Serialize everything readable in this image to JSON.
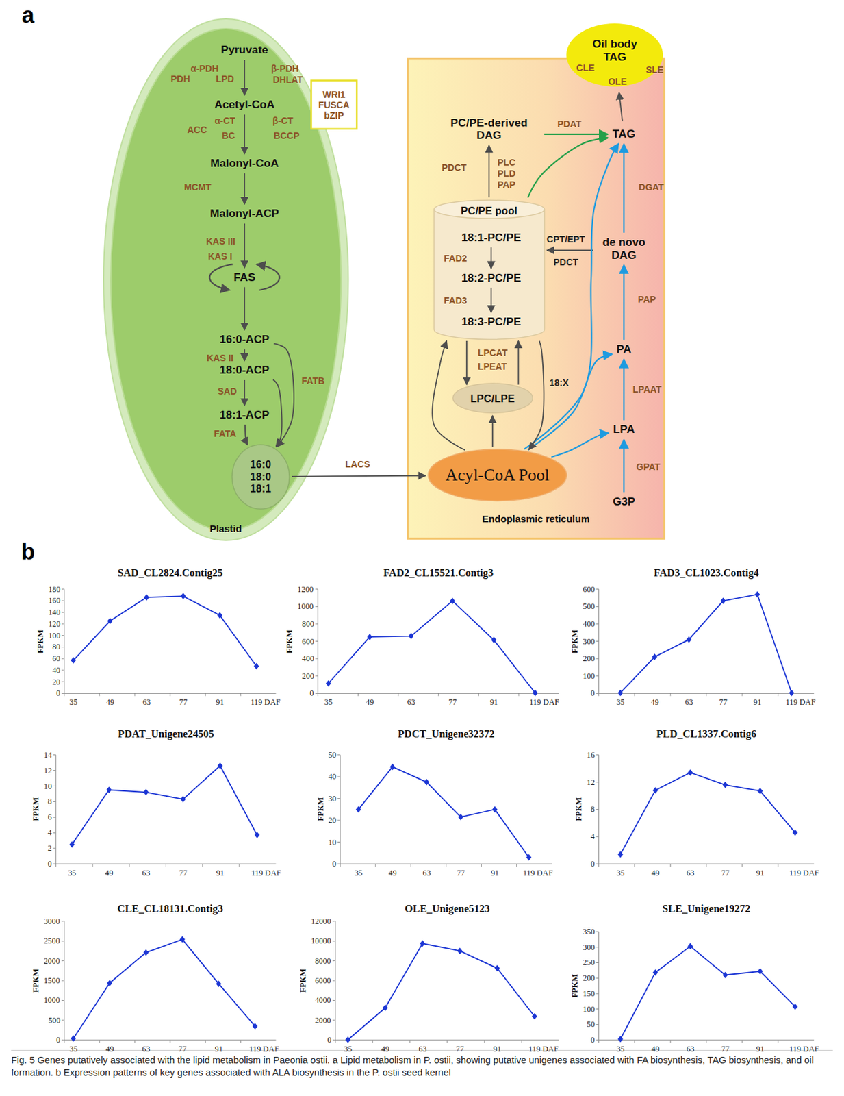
{
  "diagram": {
    "caption": "Fig. 5 Genes putatively associated with the lipid metabolism in Paeonia ostii. a Lipid metabolism in P. ostii, showing putative unigenes associated with FA biosynthesis, TAG biosynthesis, and oil formation. b Expression patterns of key genes associated with ALA biosynthesis in the P. ostii seed kernel",
    "nodes": [
      {
        "text": [
          "Plastid"
        ]
      },
      {
        "text": [
          "Pyruvate"
        ],
        "in": 0
      },
      {
        "text": [
          "Acetyl-CoA"
        ],
        "in": 0
      },
      {
        "text": [
          "Malonyl-CoA"
        ],
        "in": 0
      },
      {
        "text": [
          "Malonyl-ACP"
        ],
        "in": 0
      },
      {
        "text": [
          "FAS"
        ],
        "in": 0
      },
      {
        "text": [
          "16:0-ACP"
        ],
        "in": 0
      },
      {
        "text": [
          "18:0-ACP"
        ],
        "in": 0
      },
      {
        "text": [
          "18:1-ACP"
        ],
        "in": 0
      },
      {
        "text": [
          "16:0 18:0 18:1"
        ],
        "in": 0
      },
      {
        "text": [
          "WRI1",
          "FUSCA",
          "bZIP"
        ]
      },
      {
        "text": [
          "Endoplasmic reticulum"
        ]
      },
      {
        "text": [
          "Oil body TAG"
        ],
        "in": 11
      },
      {
        "text": [
          "PC/PE-derived DAG"
        ],
        "in": 11
      },
      {
        "text": [
          "TAG"
        ],
        "in": 11
      },
      {
        "text": [
          "PC/PE pool"
        ],
        "in": 11
      },
      {
        "text": [
          "18:1-PC/PE"
        ],
        "in": 15
      },
      {
        "text": [
          "18:2-PC/PE"
        ],
        "in": 15
      },
      {
        "text": [
          "18:3-PC/PE"
        ],
        "in": 15
      },
      {
        "text": [
          "de novo DAG"
        ],
        "in": 11
      },
      {
        "text": [
          "PA"
        ],
        "in": 11
      },
      {
        "text": [
          "LPC/LPE"
        ],
        "in": 11
      },
      {
        "text": [
          "LPA"
        ],
        "in": 11
      },
      {
        "text": [
          "Acyl-CoA Pool"
        ],
        "in": 11
      },
      {
        "text": [
          "G3P"
        ],
        "in": 11
      }
    ],
    "edges": [
      {
        "from": 1,
        "to": 2,
        "arrow": "to"
      },
      {
        "from": 2,
        "to": 3,
        "arrow": "to"
      },
      {
        "from": 3,
        "to": 4,
        "arrow": "to"
      },
      {
        "from": 4,
        "to": 5,
        "arrow": "to"
      },
      {
        "from": 5,
        "to": 6,
        "arrow": "to"
      },
      {
        "from": 6,
        "to": 7,
        "arrow": "to"
      },
      {
        "from": 7,
        "to": 8,
        "arrow": "to"
      },
      {
        "from": 8,
        "to": 9,
        "arrow": "to"
      },
      {
        "from": 6,
        "to": 9,
        "arrow": "to"
      },
      {
        "from": 7,
        "to": 9,
        "arrow": "to"
      },
      {
        "from": 9,
        "to": 23,
        "arrow": "to"
      },
      {
        "from": 15,
        "to": 13,
        "arrow": "to"
      },
      {
        "from": 15,
        "to": 14,
        "arrow": "to"
      },
      {
        "from": 13,
        "to": 14,
        "arrow": "to"
      },
      {
        "from": 14,
        "to": 12,
        "arrow": "to"
      },
      {
        "from": 19,
        "to": 15,
        "arrow": "to"
      },
      {
        "from": 19,
        "to": 14,
        "arrow": "to"
      },
      {
        "from": 20,
        "to": 19,
        "arrow": "to"
      },
      {
        "from": 22,
        "to": 20,
        "arrow": "to"
      },
      {
        "from": 24,
        "to": 22,
        "arrow": "to"
      },
      {
        "from": 23,
        "to": 22,
        "arrow": "to"
      },
      {
        "from": 23,
        "to": 20,
        "arrow": "to"
      },
      {
        "from": 23,
        "to": 14,
        "arrow": "to"
      },
      {
        "from": 16,
        "to": 17,
        "arrow": "to"
      },
      {
        "from": 17,
        "to": 18,
        "arrow": "to"
      },
      {
        "from": 23,
        "to": 15,
        "arrow": "to"
      },
      {
        "from": 23,
        "to": 21,
        "arrow": "to"
      },
      {
        "from": 15,
        "to": 21,
        "arrow": "to"
      },
      {
        "from": 21,
        "to": 15,
        "arrow": "to"
      },
      {
        "from": 15,
        "to": 23,
        "arrow": "to"
      }
    ],
    "labels": [
      "a",
      "α-PDH",
      "β-PDH",
      "PDH",
      "LPD",
      "DHLAT",
      "α-CT",
      "β-CT",
      "ACC",
      "BC",
      "BCCP",
      "MCMT",
      "KAS III",
      "KAS I",
      "KAS II",
      "SAD",
      "FATB",
      "FATA",
      "LACS",
      "CLE",
      "SLE",
      "OLE",
      "PDAT",
      "PDCT",
      "PLC",
      "PLD",
      "PAP",
      "DGAT",
      "FAD2",
      "FAD3",
      "CPT/EPT",
      "PDCT",
      "PAP",
      "LPAAT",
      "GPAT",
      "LPCAT",
      "LPEAT",
      "18:X",
      "b",
      "SAD_CL2824.Contig25",
      "FPKM",
      "0",
      "20",
      "40",
      "60",
      "80",
      "100",
      "120",
      "140",
      "160",
      "180",
      "35",
      "49",
      "63",
      "77",
      "91",
      "119 DAF",
      "FAD2_CL15521.Contig3",
      "FPKM",
      "0",
      "200",
      "400",
      "600",
      "800",
      "1000",
      "1200",
      "35",
      "49",
      "63",
      "77",
      "91",
      "119 DAF",
      "FAD3_CL1023.Contig4",
      "FPKM",
      "0",
      "100",
      "200",
      "300",
      "400",
      "500",
      "600",
      "35",
      "49",
      "63",
      "77",
      "91",
      "119 DAF",
      "PDAT_Unigene24505",
      "FPKM",
      "0",
      "2",
      "4",
      "6",
      "8",
      "10",
      "12",
      "14",
      "35",
      "49",
      "63",
      "77",
      "91",
      "119 DAF",
      "PDCT_Unigene32372",
      "FPKM",
      "0",
      "10",
      "20",
      "30",
      "40",
      "50",
      "35",
      "49",
      "63",
      "77",
      "91",
      "119 DAF",
      "PLD_CL1337.Contig6",
      "FPKM",
      "0",
      "4",
      "8",
      "12",
      "16",
      "35",
      "49",
      "63",
      "77",
      "91",
      "119 DAF",
      "CLE_CL18131.Contig3",
      "FPKM",
      "0",
      "500",
      "1000",
      "1500",
      "2000",
      "2500",
      "3000",
      "35",
      "49",
      "63",
      "77",
      "91",
      "119 DAF",
      "OLE_Unigene5123",
      "FPKM",
      "0",
      "2000",
      "4000",
      "6000",
      "8000",
      "10000",
      "12000",
      "35",
      "49",
      "63",
      "77",
      "91",
      "119 DAF",
      "SLE_Unigene19272",
      "FPKM",
      "0",
      "50",
      "100",
      "150",
      "200",
      "250",
      "300",
      "350",
      "35",
      "49",
      "63",
      "77",
      "91",
      "119 DAF"
    ]
  }
}
